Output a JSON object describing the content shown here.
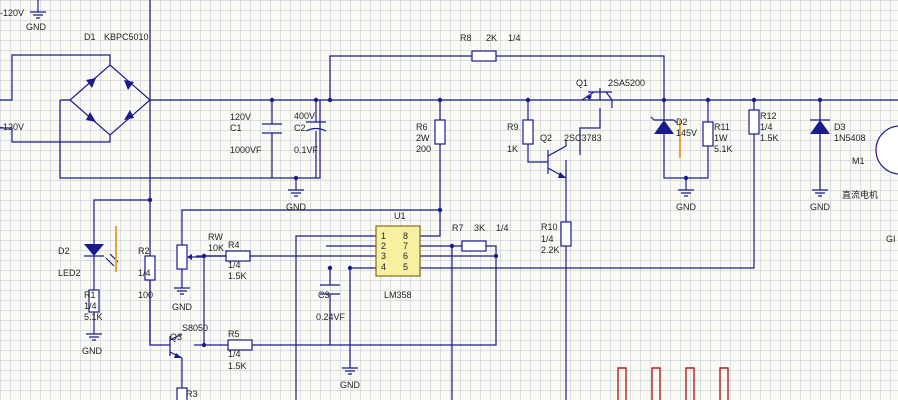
{
  "colors": {
    "wire": "#1a1a8c",
    "grid": "#c8d0dc",
    "background": "#fbfbf4",
    "trace": "#b02020",
    "highlight": "#e8a040"
  },
  "labels": {
    "ac_top": "-120V",
    "ac_bottom": "-120V",
    "gnd": "GND",
    "d1_ref": "D1",
    "d1_val": "KBPC5010",
    "r8_ref": "R8",
    "r8_val": "2K",
    "r8_pow": "1/4",
    "q1_ref": "Q1",
    "q1_val": "2SA5200",
    "c1_volt": "120V",
    "c1_ref": "C1",
    "c1_val": "1000VF",
    "c2_volt": "400V",
    "c2_ref": "C2",
    "c2_val": "0.1VF",
    "r6_ref": "R6",
    "r6_pow": "2W",
    "r6_val": "200",
    "r9_ref": "R9",
    "r9_val": "1K",
    "q2_ref": "Q2",
    "q2_val": "2SC3783",
    "d2z_ref": "D2",
    "d2z_val": "145V",
    "r11_ref": "R11",
    "r11_pow": "1W",
    "r11_val": "5.1K",
    "r12_ref": "R12",
    "r12_pow": "1/4",
    "r12_val": "1.5K",
    "d3_ref": "D3",
    "d3_val": "1N5408",
    "m1_ref": "M1",
    "m1_val": "直流电机",
    "u1_ref": "U1",
    "u1_val": "LM358",
    "u1_pins": [
      "1",
      "2",
      "3",
      "4",
      "8",
      "7",
      "6",
      "5"
    ],
    "rw_ref": "RW",
    "rw_val": "10K",
    "r4_ref": "R4",
    "r4_pow": "1/4",
    "r4_val": "1.5K",
    "r7_ref": "R7",
    "r7_val": "3K",
    "r7_pow": "1/4",
    "r10_ref": "R10",
    "r10_pow": "1/4",
    "r10_val": "2.2K",
    "d2l_ref": "D2",
    "d2l_val": "LED2",
    "r2_ref": "R2",
    "r2_pow": "1/4",
    "r2_val": "100",
    "r1_ref": "R1",
    "r1_pow": "1/4",
    "r1_val": "5.1K",
    "c3_ref": "C3",
    "c3_val": "0.24VF",
    "q3_ref": "Q3",
    "q3_val": "S8050",
    "r5_ref": "R5",
    "r5_pow": "1/4",
    "r5_val": "1.5K",
    "r3_ref": "R3",
    "gl_partial": "GI"
  }
}
